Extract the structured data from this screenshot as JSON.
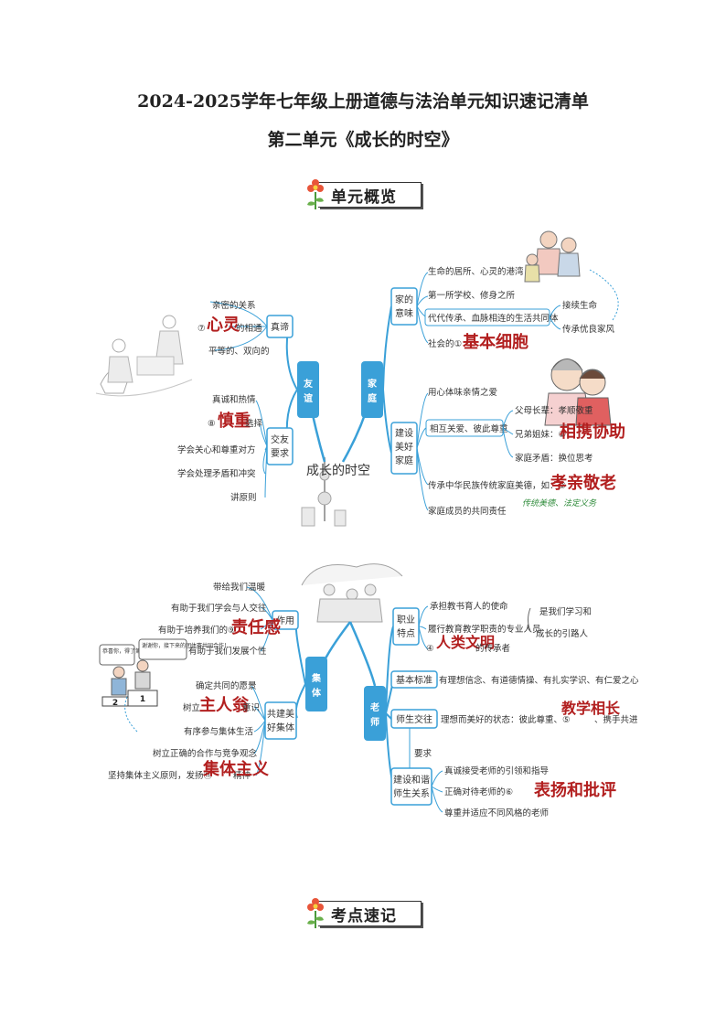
{
  "header": {
    "title": "2024-2025学年七年级上册道德与法治单元知识速记清单",
    "subtitle": "第二单元《成长的时空》"
  },
  "sections": {
    "overview": "单元概览",
    "quick_notes": "考点速记"
  },
  "map1": {
    "center": "成长的时空",
    "youyi": {
      "label": "友谊",
      "zhendi": {
        "label": "真谛",
        "items": [
          "亲密的关系",
          "⑦",
          "的相通",
          "平等的、双向的"
        ],
        "answer": "心灵"
      },
      "jiaoyou": {
        "label": "交友要求",
        "items": [
          "真诚和热情",
          "⑧",
          "选择",
          "学会关心和尊重对方",
          "学会处理矛盾和冲突",
          "讲原则"
        ],
        "answer": "慎重"
      }
    },
    "jiating": {
      "label": "家庭",
      "yiwei": {
        "label": "家的意味",
        "items": [
          "生命的居所、心灵的港湾",
          "第一所学校、修身之所",
          "代代传承、血脉相连的生活共同体",
          "社会的①"
        ],
        "answer": "基本细胞",
        "side": [
          "接续生命",
          "传承优良家风"
        ]
      },
      "jianshe": {
        "label": "建设美好家庭",
        "items": [
          "用心体味亲情之爱",
          "相互关爱、彼此尊重",
          "传承中华民族传统家庭美德，如：③",
          "家庭成员的共同责任"
        ],
        "sub": [
          "父母长辈：孝顺敬重",
          "兄弟姐妹：②",
          "家庭矛盾：换位思考"
        ],
        "answers": [
          "相携协助",
          "孝亲敬老"
        ],
        "note": "传统美德、法定义务"
      }
    }
  },
  "map2": {
    "jiti": {
      "label": "集体",
      "zuoyong": {
        "label": "作用",
        "items": [
          "带给我们温暖",
          "有助于我们学会与人交往",
          "有助于培养我们的⑨",
          "有助于我们发展个性"
        ],
        "answer": "责任感"
      },
      "gongjian": {
        "label": "共建美好集体",
        "items": [
          "确定共同的愿景",
          "树立",
          "意识",
          "有序参与集体生活",
          "树立正确的合作与竞争观念",
          "坚持集体主义原则，发扬⑪",
          "精神"
        ],
        "answers": [
          "主人翁",
          "集体主义"
        ]
      },
      "bubble1": "恭喜你，得了第一名。",
      "bubble2": "谢谢你，接下来的团体赛共同合作！",
      "podium": [
        "2",
        "1"
      ]
    },
    "laoshi": {
      "label": "老师",
      "zhiye": {
        "label": "职业特点",
        "items": [
          "承担教书育人的使命",
          "履行教育教学职责的专业人员",
          "④",
          "的传承者"
        ],
        "answer": "人类文明",
        "side": [
          "是我们学习和",
          "成长的引路人"
        ]
      },
      "biaozhun": {
        "label": "基本标准",
        "text": "有理想信念、有道德情操、有扎实学识、有仁爱之心"
      },
      "jiaowang": {
        "label": "师生交往",
        "text": "理想而美好的状态：彼此尊重、⑤",
        "tail": "、携手共进",
        "answer": "教学相长"
      },
      "guanxi": {
        "label": "建设和谐师生关系",
        "req": "要求",
        "items": [
          "真诚接受老师的引领和指导",
          "正确对待老师的⑥",
          "尊重并适应不同风格的老师"
        ],
        "answer": "表扬和批评"
      }
    }
  }
}
